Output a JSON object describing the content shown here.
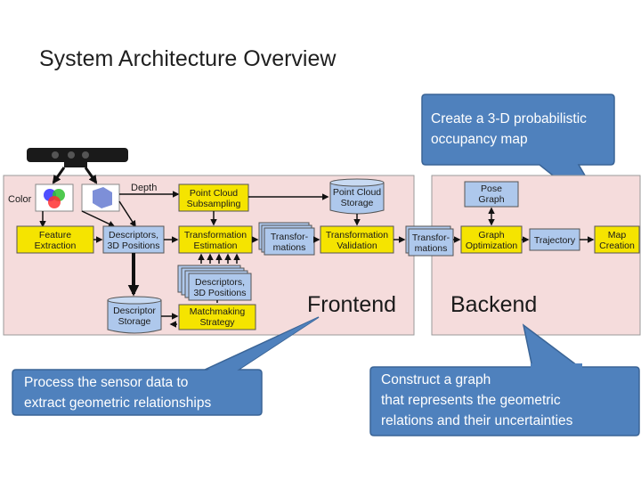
{
  "title": "System Architecture Overview",
  "nodes": {
    "color": "Color",
    "depth": "Depth",
    "feature_extraction": [
      "Feature",
      "Extraction"
    ],
    "descriptors_3d": [
      "Descriptors,",
      "3D Positions"
    ],
    "pc_subsampling": [
      "Point Cloud",
      "Subsampling"
    ],
    "pc_storage": [
      "Point Cloud",
      "Storage"
    ],
    "trans_estimation": [
      "Transformation",
      "Estimation"
    ],
    "transformations_a": [
      "Transfor-",
      "mations"
    ],
    "trans_validation": [
      "Transformation",
      "Validation"
    ],
    "transformations_b": [
      "Transfor-",
      "mations"
    ],
    "pose_graph": [
      "Pose",
      "Graph"
    ],
    "graph_opt": [
      "Graph",
      "Optimization"
    ],
    "trajectory": "Trajectory",
    "map_creation": [
      "Map",
      "Creation"
    ],
    "descriptors_stack": [
      "Descriptors,",
      "3D Positions"
    ],
    "descriptor_storage": [
      "Descriptor",
      "Storage"
    ],
    "matchmaking": [
      "Matchmaking",
      "Strategy"
    ]
  },
  "regions": {
    "frontend": "Frontend",
    "backend": "Backend"
  },
  "callouts": {
    "top": [
      "Create a 3-D probabilistic",
      "occupancy map"
    ],
    "left": [
      "Process the sensor data to",
      "extract geometric relationships"
    ],
    "right": [
      "Construct a graph",
      "that represents the geometric",
      "relations and their uncertainties"
    ]
  },
  "colors": {
    "callout_fill": "#4f81bd",
    "callout_stroke": "#3a6496",
    "panel_fill": "#f5dcdc",
    "node_yellow": "#f5e400",
    "node_blue": "#aec8ec"
  }
}
